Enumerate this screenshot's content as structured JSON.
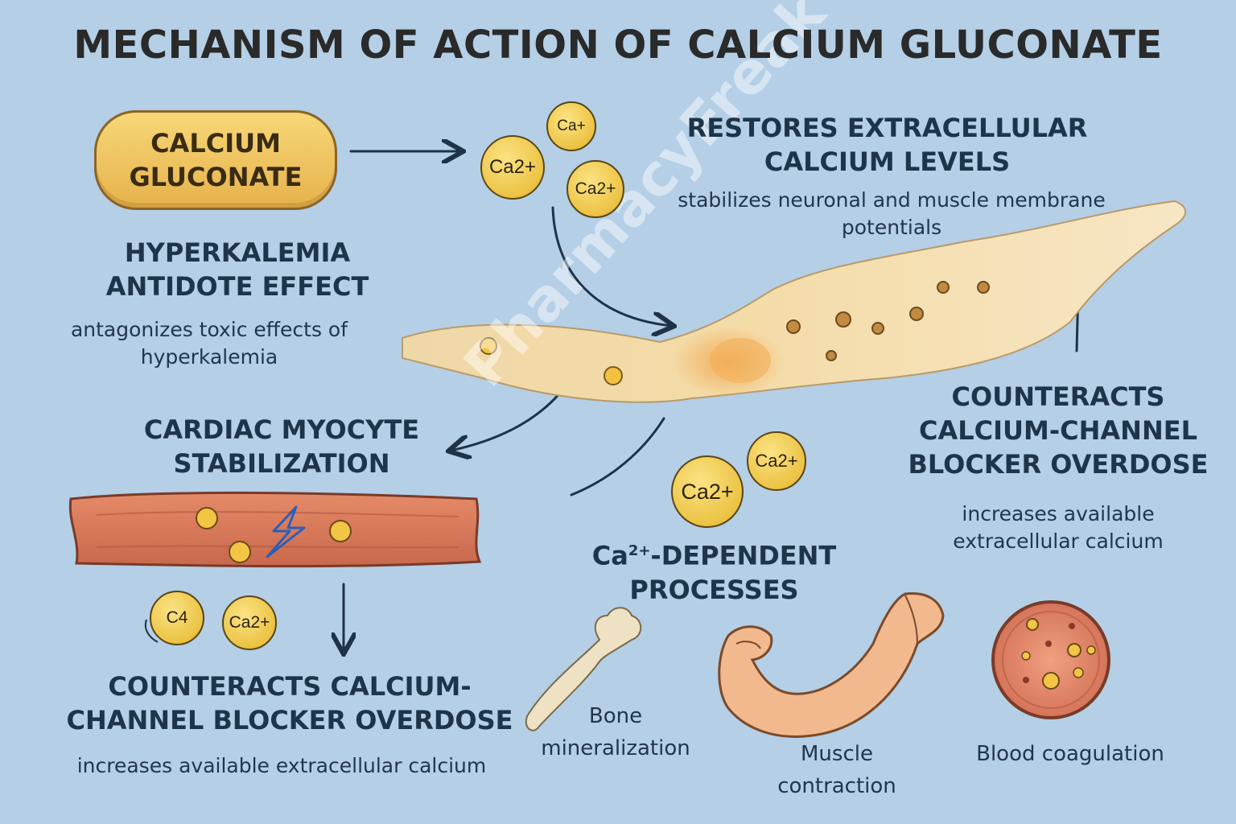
{
  "title": "MECHANISM OF ACTION OF CALCIUM GLUCONATE",
  "pill": {
    "line1": "CALCIUM",
    "line2": "GLUCONATE"
  },
  "ions": {
    "ca_plus": "Ca+",
    "ca2_top": "Ca2+",
    "ca2_right": "Ca2+",
    "ca2_mid_a": "Ca2+",
    "ca2_mid_b": "Ca2+",
    "c4_left": "C4",
    "ca2_left": "Ca2+"
  },
  "restores": {
    "heading_line1": "RESTORES EXTRACELLULAR",
    "heading_line2": "CALCIUM LEVELS",
    "desc_line1": "stabilizes neuronal and muscle membrane",
    "desc_line2": "potentials"
  },
  "hyperkalemia": {
    "heading_line1": "HYPERKALEMIA",
    "heading_line2": "ANTIDOTE EFFECT",
    "desc_line1": "antagonizes toxic effects of",
    "desc_line2": "hyperkalemia"
  },
  "cardiac": {
    "heading_line1": "CARDIAC MYOCYTE",
    "heading_line2": "STABILIZATION"
  },
  "ccb_right": {
    "heading_line1": "COUNTERACTS",
    "heading_line2": "CALCIUM-CHANNEL",
    "heading_line3": "BLOCKER OVERDOSE",
    "desc_line1": "increases available",
    "desc_line2": "extracellular calcium"
  },
  "ccb_left": {
    "heading_line1": "COUNTERACTS CALCIUM-",
    "heading_line2": "CHANNEL BLOCKER OVERDOSE",
    "desc_line1": "increases available extracellular calcium"
  },
  "dependent": {
    "prefix": "Ca",
    "superscript": "2+",
    "suffix": "-DEPENDENT",
    "line2": "PROCESSES"
  },
  "processes": {
    "bone_line1": "Bone",
    "bone_line2": "mineralization",
    "muscle_line1": "Muscle",
    "muscle_line2": "contraction",
    "blood": "Blood coagulation"
  },
  "watermark": "PharmacyFreak",
  "colors": {
    "background": "#b4cfe6",
    "text": "#1e3448",
    "ion_fill": "#ecc344",
    "pill_fill": "#f0c660",
    "neuron_fill": "#f4dfb6",
    "muscle_fiber": "#d9795a"
  },
  "icons": [
    "arrow-icon",
    "neuron-icon",
    "muscle-fiber-icon",
    "lightning-icon",
    "bone-icon",
    "flexed-arm-icon",
    "blood-cell-icon"
  ]
}
